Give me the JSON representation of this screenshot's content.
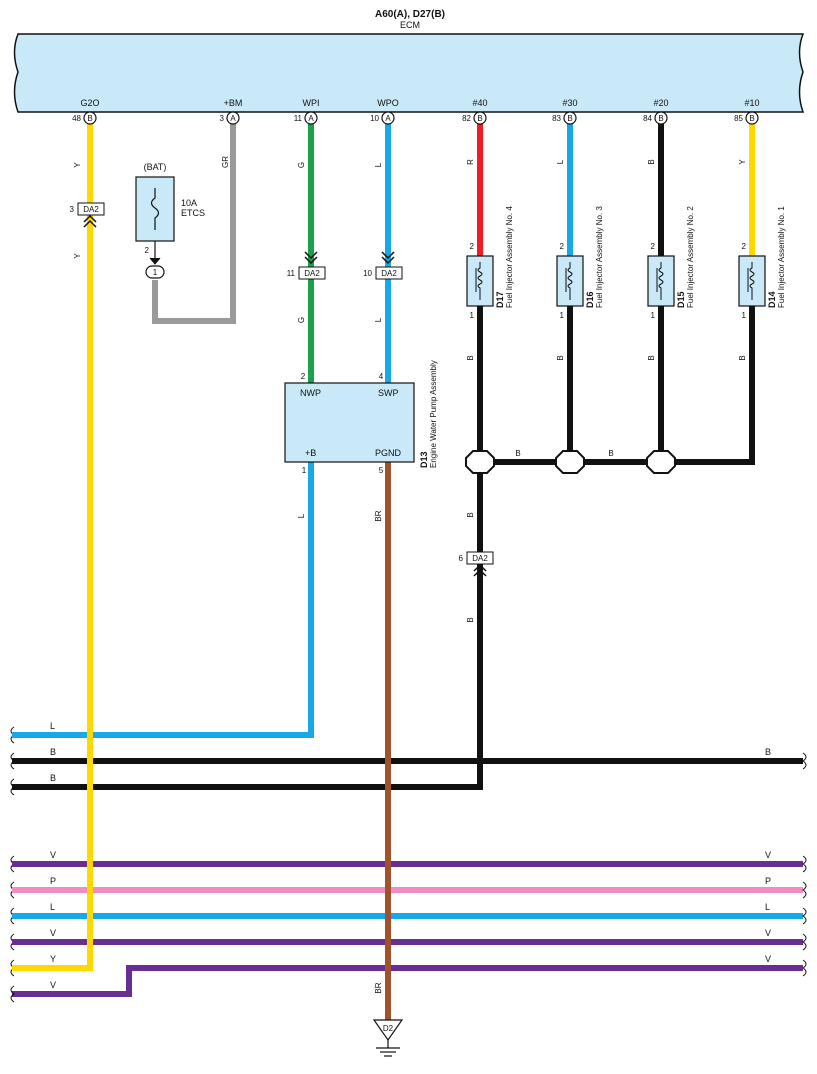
{
  "ecm": {
    "connectors": "A60(A), D27(B)",
    "name": "ECM"
  },
  "pins": [
    {
      "name": "G2O",
      "num": "48",
      "conn": "B"
    },
    {
      "name": "+BM",
      "num": "3",
      "conn": "A"
    },
    {
      "name": "WPI",
      "num": "11",
      "conn": "A"
    },
    {
      "name": "WPO",
      "num": "10",
      "conn": "A"
    },
    {
      "name": "#40",
      "num": "82",
      "conn": "B"
    },
    {
      "name": "#30",
      "num": "83",
      "conn": "B"
    },
    {
      "name": "#20",
      "num": "84",
      "conn": "B"
    },
    {
      "name": "#10",
      "num": "85",
      "conn": "B"
    }
  ],
  "fuse": {
    "group": "(BAT)",
    "rating": "10A",
    "name": "ETCS",
    "pin_top": "2",
    "pin_bottom": "1"
  },
  "wire_colors": {
    "G2O": "Y",
    "BM": "GR",
    "WPI": "G",
    "WPO": "L",
    "inj4": "R",
    "inj3": "L",
    "inj2": "B",
    "inj1": "Y",
    "common": "B",
    "ground": "BR",
    "pump_b": "L"
  },
  "junctions": {
    "da2_g2o": {
      "pin": "3",
      "name": "DA2"
    },
    "da2_wpi": {
      "pin": "11",
      "name": "DA2"
    },
    "da2_wpo": {
      "pin": "10",
      "name": "DA2"
    },
    "da2_inj": {
      "pin": "6",
      "name": "DA2"
    }
  },
  "injectors": [
    {
      "id": "D17",
      "label": "Fuel Injector Assembly No. 4",
      "pin_top": "2",
      "pin_bottom": "1"
    },
    {
      "id": "D16",
      "label": "Fuel Injector Assembly No. 3",
      "pin_top": "2",
      "pin_bottom": "1"
    },
    {
      "id": "D15",
      "label": "Fuel Injector Assembly No. 2",
      "pin_top": "2",
      "pin_bottom": "1"
    },
    {
      "id": "D14",
      "label": "Fuel Injector Assembly No. 1",
      "pin_top": "2",
      "pin_bottom": "1"
    }
  ],
  "pump": {
    "id": "D13",
    "label": "Engine Water Pump Assembly",
    "nwp": "NWP",
    "swp": "SWP",
    "b": "+B",
    "pgnd": "PGND",
    "pin_nwp": "2",
    "pin_swp": "4",
    "pin_b": "1",
    "pin_pgnd": "5"
  },
  "ground": {
    "name": "D2"
  },
  "buses": [
    {
      "left": "L",
      "right": ""
    },
    {
      "left": "B",
      "right": "B"
    },
    {
      "left": "B",
      "right": ""
    },
    {
      "left": "V",
      "right": "V"
    },
    {
      "left": "P",
      "right": "P"
    },
    {
      "left": "L",
      "right": "L"
    },
    {
      "left": "V",
      "right": "V"
    },
    {
      "left": "Y",
      "right": "V"
    },
    {
      "left": "V",
      "right": ""
    }
  ],
  "colors": {
    "yellow": "#ffd800",
    "gray": "#9a9a9a",
    "green": "#1aa14a",
    "blue": "#18a8e8",
    "red": "#ee1c24",
    "black": "#111111",
    "brown": "#a0522d",
    "purple": "#6a2d91",
    "pink": "#f08cc0",
    "component": "#c9e9f9"
  }
}
